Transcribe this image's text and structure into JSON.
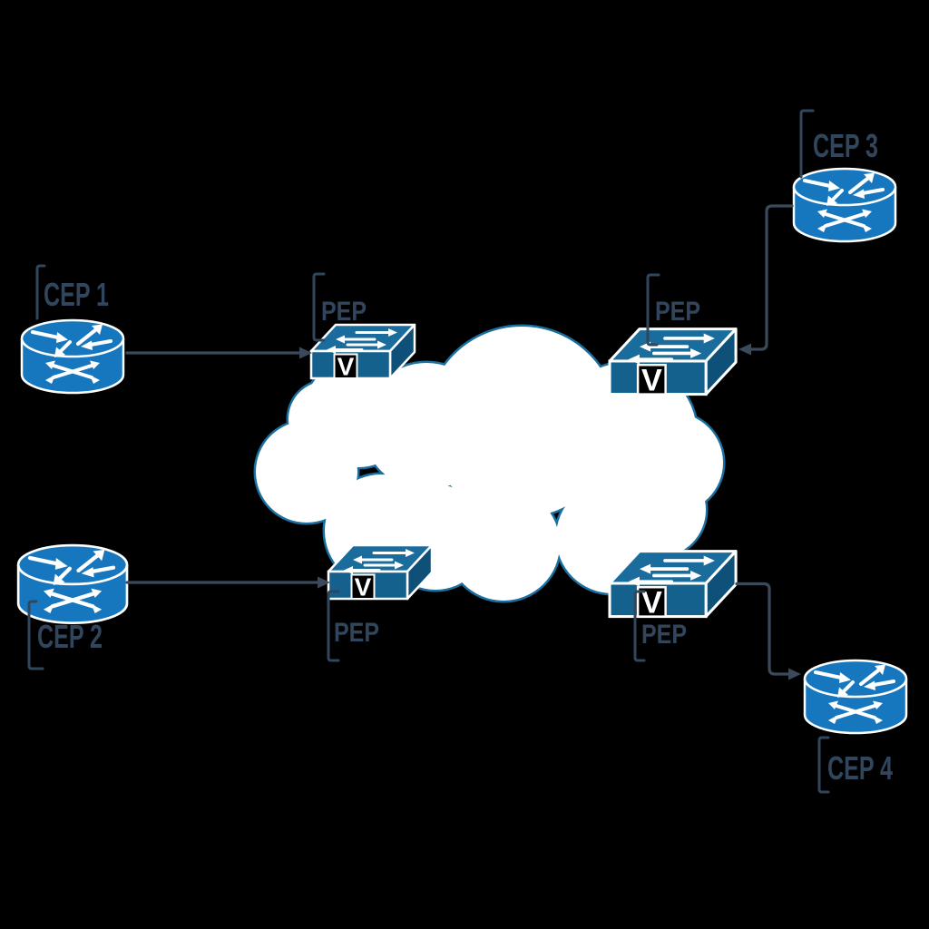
{
  "title": "CEP-PEP network topology diagram",
  "background": "#000000",
  "colors": {
    "router_fill": "#1777BE",
    "switch_top": "#1A6C9C",
    "switch_front": "#15618D",
    "switch_side": "#0F5078",
    "icon_detail": "#FFFFFF",
    "cloud_fill": "#FFFFFF",
    "cloud_stroke": "#1A6FA0",
    "label_text": "#31465C",
    "connector": "#3A4A5A",
    "badge_bg": "#000000",
    "badge_text": "#FFFFFF"
  },
  "cloud": {
    "name": "network-cloud"
  },
  "nodes": {
    "cep1": {
      "label": "CEP 1",
      "type": "router"
    },
    "cep2": {
      "label": "CEP 2",
      "type": "router"
    },
    "cep3": {
      "label": "CEP 3",
      "type": "router"
    },
    "cep4": {
      "label": "CEP 4",
      "type": "router"
    },
    "pep_tl": {
      "label": "PEP",
      "badge": "V",
      "type": "switch"
    },
    "pep_tr": {
      "label": "PEP",
      "badge": "V",
      "type": "switch"
    },
    "pep_bl": {
      "label": "PEP",
      "badge": "V",
      "type": "switch"
    },
    "pep_br": {
      "label": "PEP",
      "badge": "V",
      "type": "switch"
    }
  },
  "connections": [
    {
      "from": "cep1",
      "to": "pep_tl",
      "arrow_points_at": "pep_tl"
    },
    {
      "from": "cep2",
      "to": "pep_bl",
      "arrow_points_at": "pep_bl"
    },
    {
      "from": "cep3",
      "to": "pep_tr",
      "arrow_points_at": "pep_tr"
    },
    {
      "from": "pep_br",
      "to": "cep4",
      "arrow_points_at": "cep4"
    }
  ]
}
